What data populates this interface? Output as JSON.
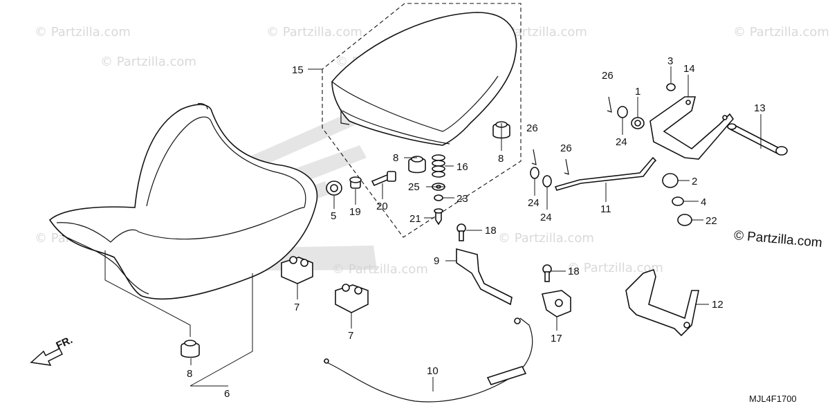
{
  "watermark": "© Partzilla.com",
  "copyright": "© Partzilla.com",
  "diagram_code": "MJL4F1700",
  "direction_label": "FR.",
  "callouts": {
    "c1": "1",
    "c2": "2",
    "c3": "3",
    "c4": "4",
    "c5": "5",
    "c6": "6",
    "c7a": "7",
    "c7b": "7",
    "c8a": "8",
    "c8b": "8",
    "c8c": "8",
    "c9": "9",
    "c10": "10",
    "c11": "11",
    "c12": "12",
    "c13": "13",
    "c14": "14",
    "c15": "15",
    "c16": "16",
    "c17": "17",
    "c18a": "18",
    "c18b": "18",
    "c19": "19",
    "c20": "20",
    "c21": "21",
    "c22": "22",
    "c23": "23",
    "c24a": "24",
    "c24b": "24",
    "c24c": "24",
    "c25": "25",
    "c26a": "26",
    "c26b": "26",
    "c26c": "26"
  }
}
